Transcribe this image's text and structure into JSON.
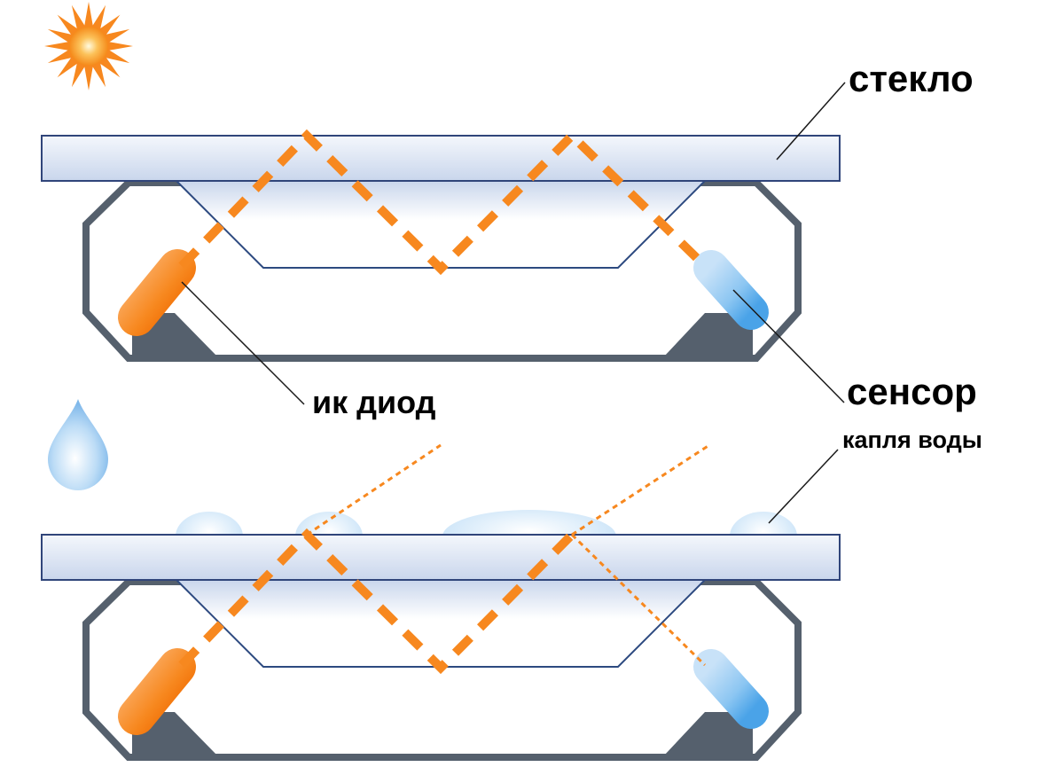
{
  "labels": {
    "glass": "стекло",
    "ir_diode": "ик диод",
    "sensor": "сенсор",
    "water_drop": "капля воды"
  },
  "icons": {
    "top": "sun-icon",
    "bottom": "water-drop-icon"
  },
  "colors": {
    "beam": "#f7881f",
    "housing": "#55606d",
    "glass_fill": "#dde6f3",
    "glass_stroke": "#30457a",
    "diode": "#f7881f",
    "sensor": "#7fbff0"
  }
}
